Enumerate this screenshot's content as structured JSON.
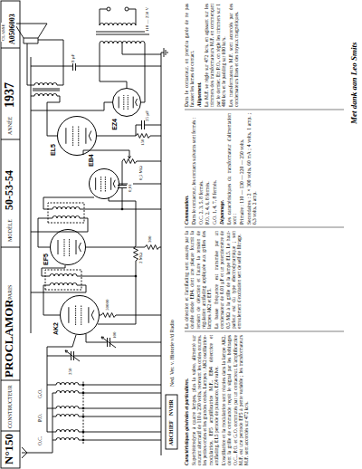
{
  "diagram": {
    "title": "PROCLAMOR",
    "nodes": [
      {
        "text": [
          "AK2"
        ]
      },
      {
        "text": [
          "EF5"
        ]
      },
      {
        "text": [
          "EB4"
        ]
      },
      {
        "text": [
          "EL5"
        ]
      },
      {
        "text": [
          "EZ4"
        ]
      }
    ],
    "labels": [
      "N°150",
      "CONSTRUCTEUR",
      "PARIS",
      "MODÈLE",
      "50-53-54",
      "ANNÉE",
      "1937",
      "CLASSE",
      "A0506003",
      "ARCHIEF",
      "NVHR",
      "Ned. Ver. v. Historie v/d Radio",
      "Met dank aan Leo Smits",
      "O.C.",
      "P.O.",
      "G.O.",
      "250",
      "100",
      "50000",
      "2 MΩ",
      "300",
      "0,01",
      "0,5 MΩ",
      "150",
      "25 µF",
      "8 µF",
      "110 — 250 V",
      "Caractéristiques générales et particulières.",
      "Superhétérodyne à quatre lampes, plus la valve, alimenté sur courant alternatif de 110 à 250 volts, recevant les ondes courtes, les petites ondes et les grandes ondes. Lampes : AK2 oscillatrice-modulatrice, EF5 amplificatrice M.F., EB4 détectrice et antifading, EL5 pentode de puissance, EZ4 valve.",
      "L'oscillatrice et la modulatrice sont réunies dans la lampe AK2, dont la grille de commande reçoit le signal par les bobinages O.C., P.O. et G.O. commutés par un contacteur. L'amplificatrice M.F. est une pentode EF5 à pente variable ; les transformateurs M.F. sont accordés sur 472 kc/s.",
      "La détection et l'antifading sont assurés par la double diode EB4, dont une plaque fournit la tension de détection et l'autre la tension de régulation antifading appliquée aux grilles des lampes AK2 et EF5.",
      "La basse fréquence est transmise par un condensateur de 0,01 µF et un potentiomètre de 0,5 MΩ à la grille de la lampe EL5. Le haut-parleur est du type électrodynamique ; son enroulement d'excitation sert de self de filtrage.",
      "Commutation.",
      "Dans le contacteur, les contacts suivants sont fermés :",
      "O.C. 2, 3, 5, 8 fermés.",
      "P.O. 2, 4, 6, 8 fermés.",
      "G.O. 1, 4, 7, 8 fermés.",
      "Dépannage.",
      "Les caractéristiques du transformateur d'alimentation sont :",
      "Primaire : 110 — 130 — 220 — 250 volts.",
      "Secondaires : 2 × 300 volts, 60 mA ; 4 volts, 1 amp. ; 6,3 volts, 2 amp.",
      "Dans le contacteur, on prendra garde de ne pas fausser les lames de contact.",
      "Alignement.",
      "La M.F. se règle sur 472 kc/s, en agissant sur les trimmers des transformateurs M.F. en commençant par le dernier. En P.O., on règle les trimmers sur 1 400 kc/s et le padding sur 600 kc/s.",
      "Les transformateurs M.F. sont accordés par des condensateurs fixes et des noyaux magnétiques."
    ]
  }
}
